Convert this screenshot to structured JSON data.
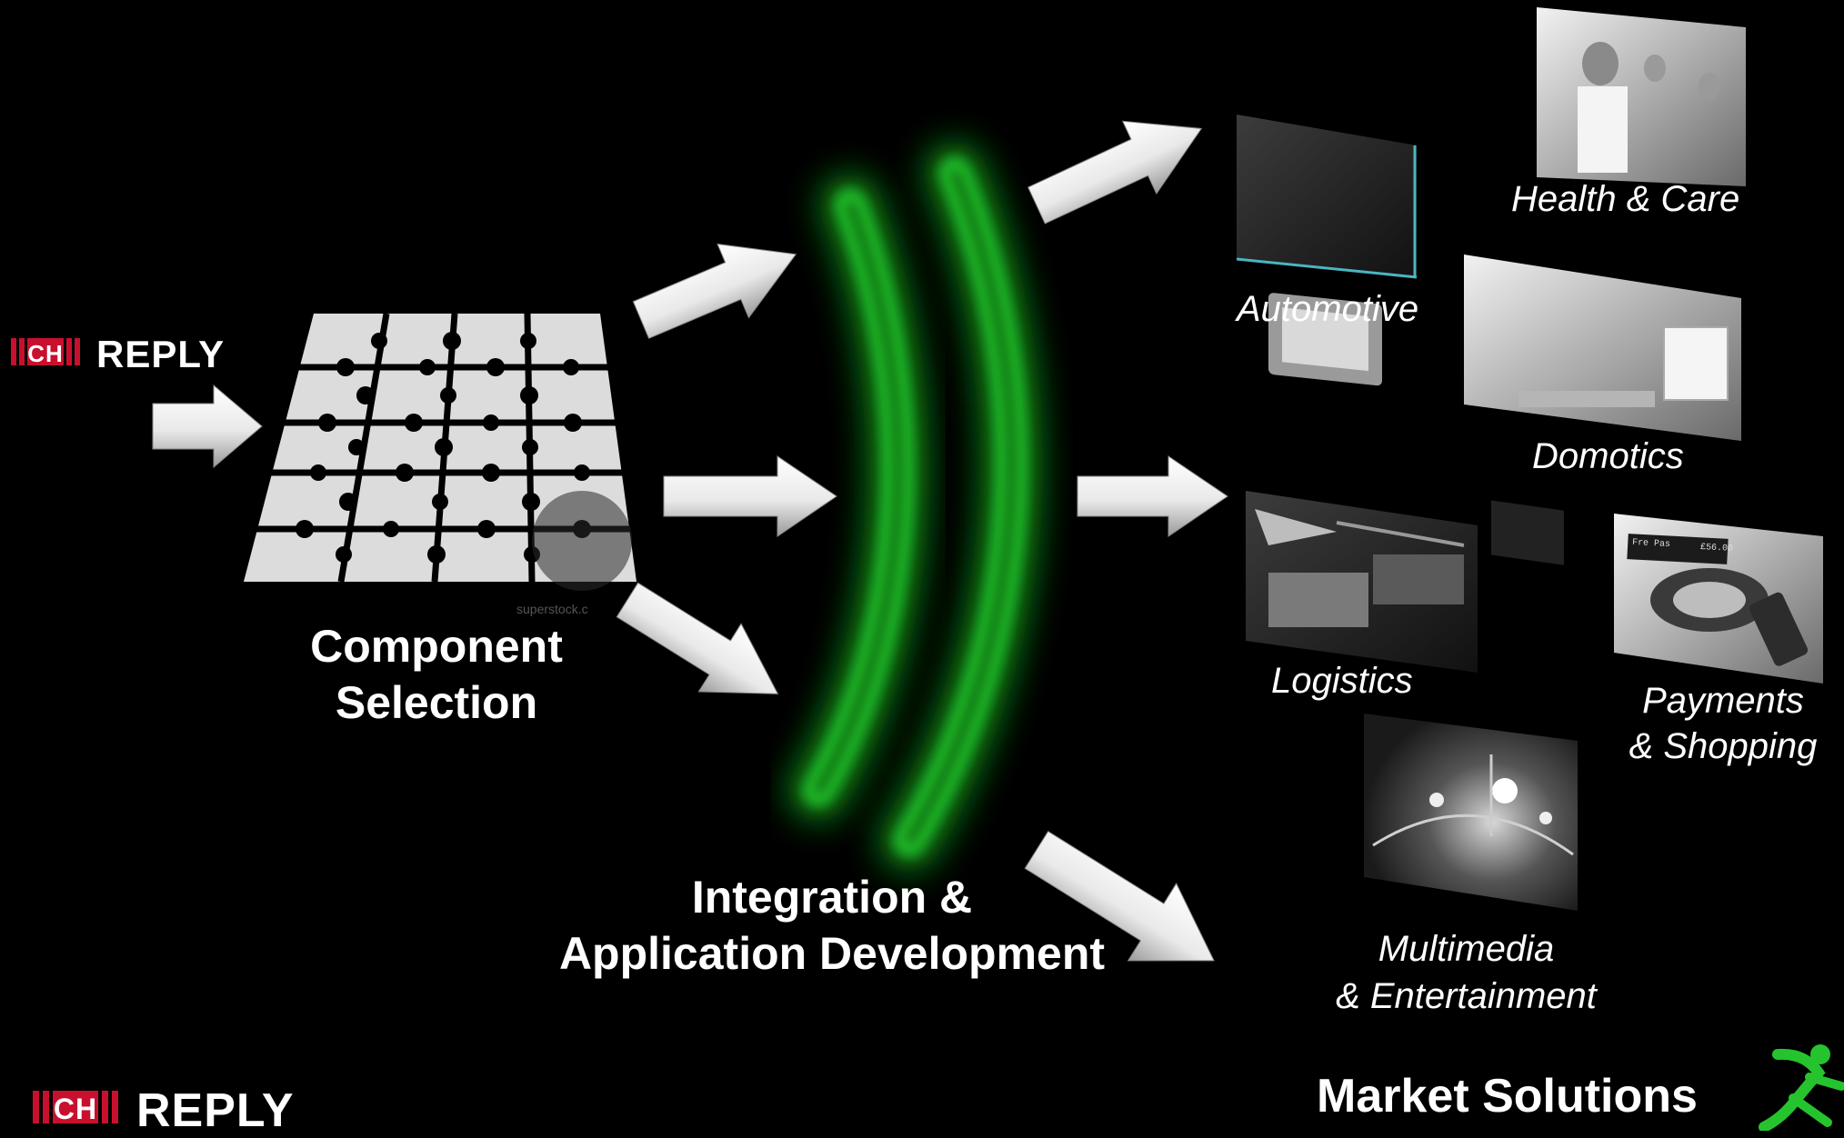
{
  "logo_top": {
    "brand": "REPLY",
    "prefix": "CH"
  },
  "logo_bottom": {
    "brand": "REPLY",
    "prefix": "CH"
  },
  "component_selection": {
    "line1": "Component",
    "line2": "Selection"
  },
  "watermark": "superstock.c",
  "integration": {
    "line1": "Integration &",
    "line2": "Application Development"
  },
  "market_solutions": "Market Solutions",
  "solutions": {
    "automotive": "Automotive",
    "health_care": "Health & Care",
    "domotics": "Domotics",
    "logistics": "Logistics",
    "payments_line1": "Payments",
    "payments_line2": "& Shopping",
    "multimedia_line1": "Multimedia",
    "multimedia_line2": "& Entertainment"
  },
  "payment_display": {
    "left": "Fre Pas",
    "right": "£56.00"
  },
  "colors": {
    "background": "#000000",
    "accent_green": "#1fd12a",
    "logo_red": "#c8102e",
    "arrow": "#ffffff"
  }
}
